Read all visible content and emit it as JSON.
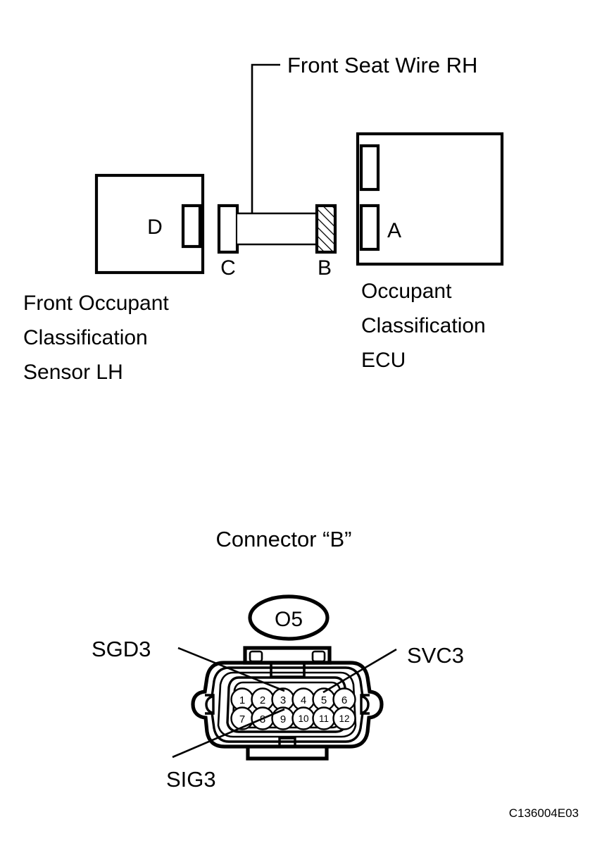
{
  "figure": {
    "title_top": "Front Seat Wire RH",
    "code": "C136004E03"
  },
  "harness": {
    "top_label": "Front Seat Wire RH",
    "connector_c_letter": "C",
    "connector_b_letter": "B"
  },
  "left_block": {
    "port_letter": "D",
    "caption_line1": "Front Occupant",
    "caption_line2": "Classification",
    "caption_line3": "Sensor LH"
  },
  "right_block": {
    "port_letter": "A",
    "caption_line1": "Occupant",
    "caption_line2": "Classification",
    "caption_line3": "ECU"
  },
  "connector_detail": {
    "title": "Connector “B”",
    "oval_code": "O5",
    "pins_top": [
      "1",
      "2",
      "3",
      "4",
      "5",
      "6"
    ],
    "pins_bottom": [
      "7",
      "8",
      "9",
      "10",
      "11",
      "12"
    ],
    "callouts": [
      {
        "name": "SGD3",
        "label": "SGD3",
        "target_pin": "3",
        "side": "left"
      },
      {
        "name": "SVC3",
        "label": "SVC3",
        "target_pin": "5",
        "side": "right"
      },
      {
        "name": "SIG3",
        "label": "SIG3",
        "target_pin": "9",
        "side": "bottom-left"
      }
    ]
  },
  "colors": {
    "ink": "#000000",
    "paper": "#ffffff"
  }
}
